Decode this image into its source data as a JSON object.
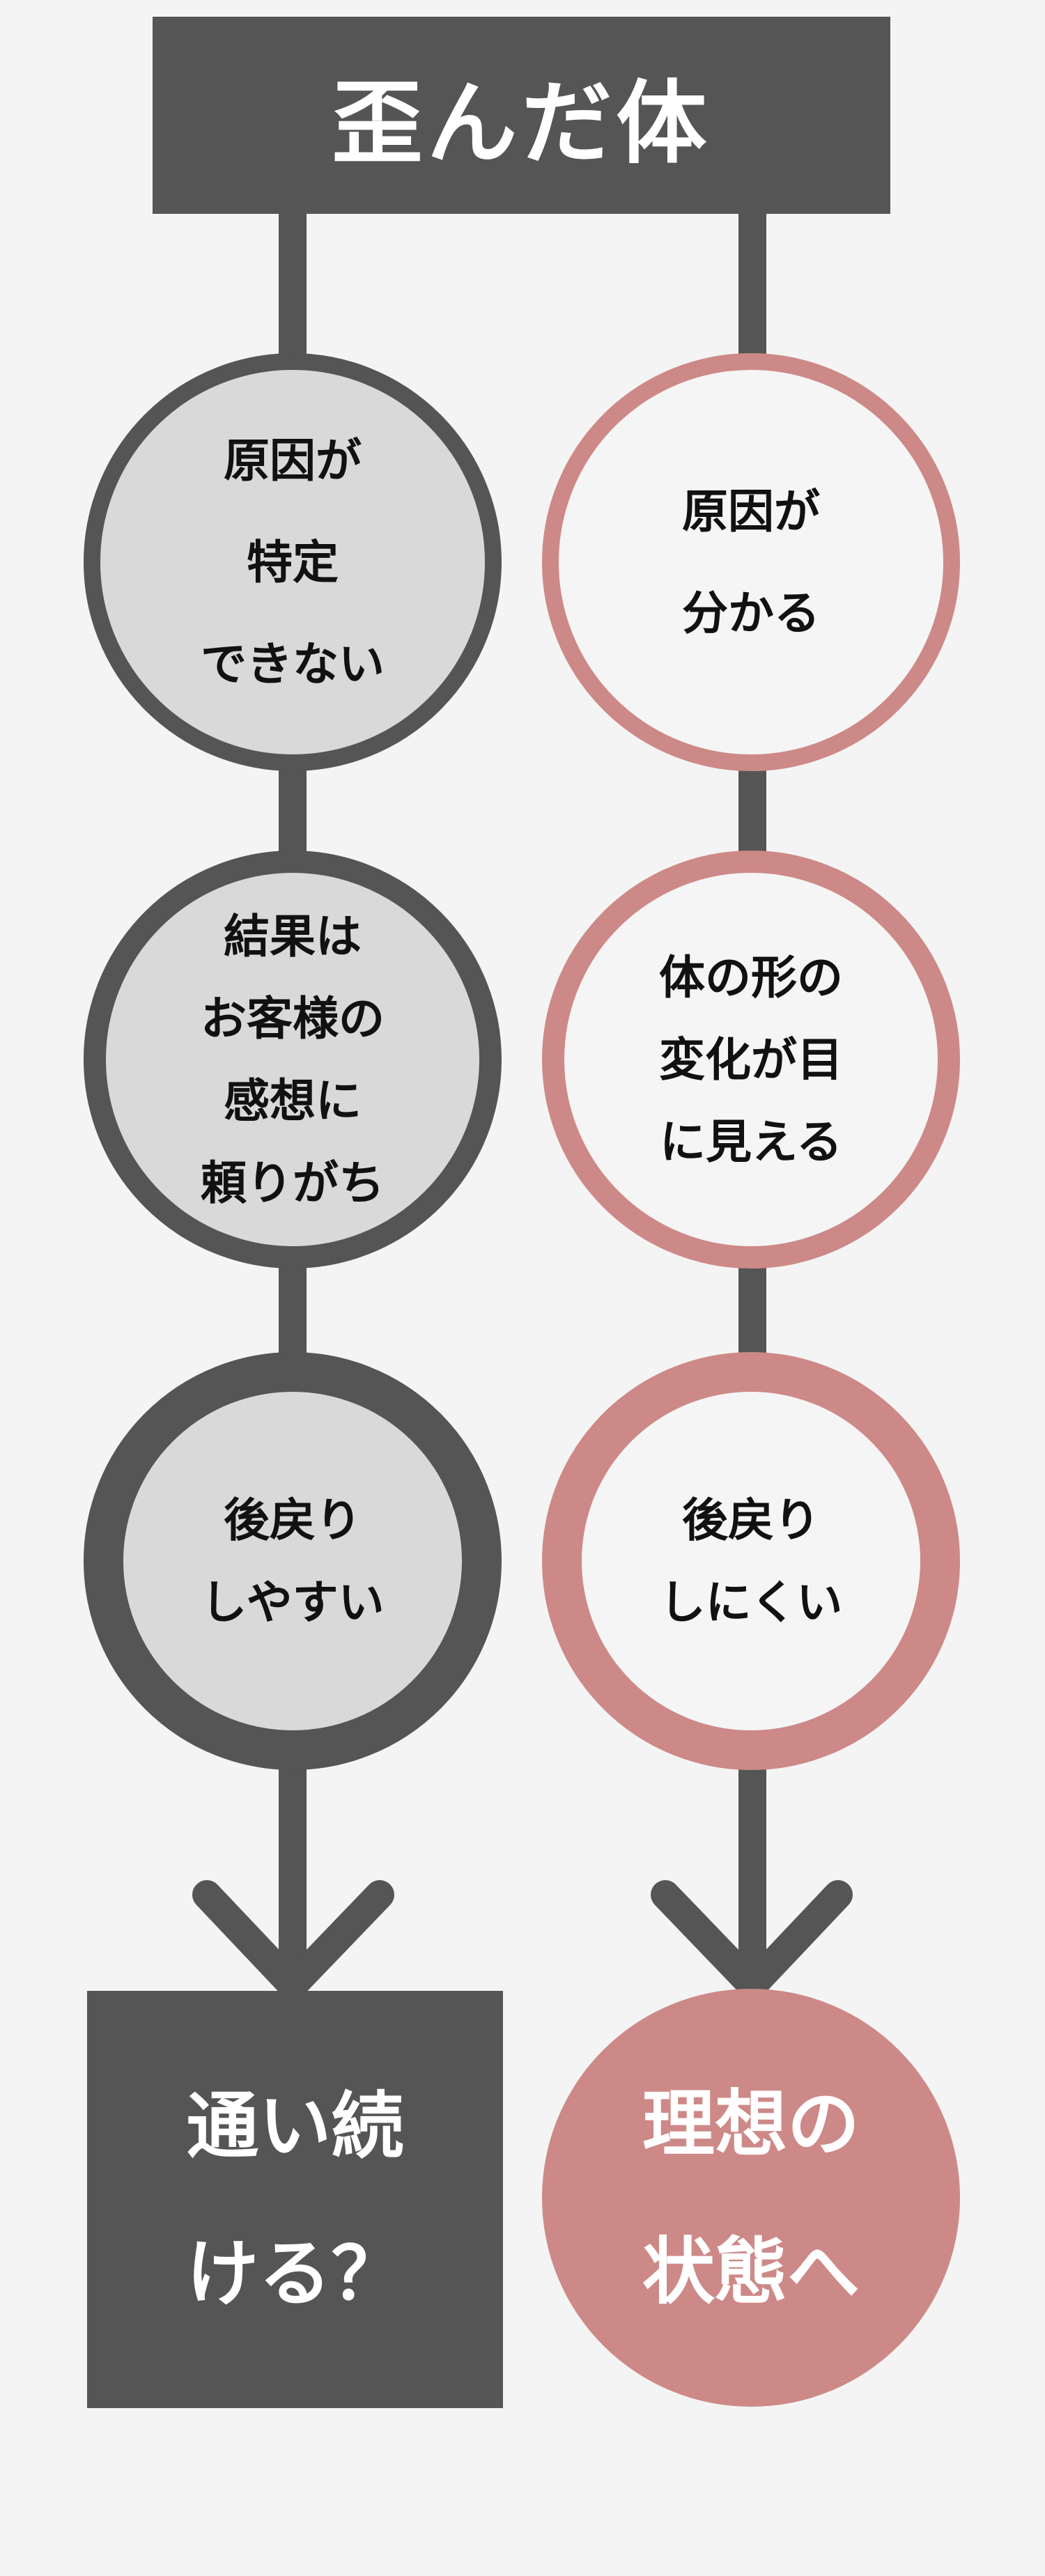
{
  "title": "歪んだ体",
  "colors": {
    "dark": "#555555",
    "pink": "#cd8987",
    "gray_fill": "#d9d9d9",
    "background": "#f4f4f4"
  },
  "left": {
    "nodes": [
      {
        "lines": [
          "原因が",
          "特定",
          "できない"
        ]
      },
      {
        "lines": [
          "結果は",
          "お客様の",
          "感想に",
          "頼りがち"
        ]
      },
      {
        "lines": [
          "後戻り",
          "しやすい"
        ]
      }
    ],
    "result": {
      "lines": [
        "通い続",
        "ける？"
      ]
    }
  },
  "right": {
    "nodes": [
      {
        "lines": [
          "原因が",
          "分かる"
        ]
      },
      {
        "lines": [
          "体の形の",
          "変化が目",
          "に見える"
        ]
      },
      {
        "lines": [
          "後戻り",
          "しにくい"
        ]
      }
    ],
    "result": {
      "lines": [
        "理想の",
        "状態へ"
      ]
    }
  }
}
